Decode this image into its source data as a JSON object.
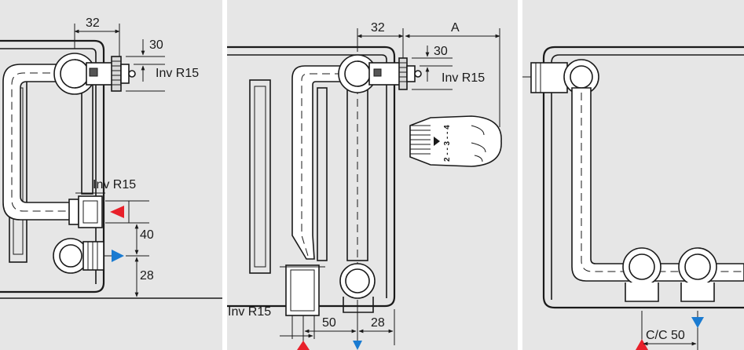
{
  "colors": {
    "panel_bg": "#e6e6e6",
    "line": "#1a1a1a",
    "supply_arrow": "#e8202a",
    "return_arrow": "#1a7bd1"
  },
  "left_panel": {
    "dim_top": "32",
    "dim_valve": "30",
    "valve_label": "Inv R15",
    "inlet_label": "Inv R15",
    "dim_spacing": "40",
    "dim_bottom": "28"
  },
  "middle_panel": {
    "dim_top": "32",
    "dim_clearance": "A",
    "dim_valve": "30",
    "valve_label": "Inv R15",
    "thermostat_scale": "2 - - 3 - - 4",
    "inlet_label": "Inv R15",
    "dim_spacing": "50",
    "dim_offset": "28"
  },
  "right_panel": {
    "dim_cc": "C/C 50"
  }
}
